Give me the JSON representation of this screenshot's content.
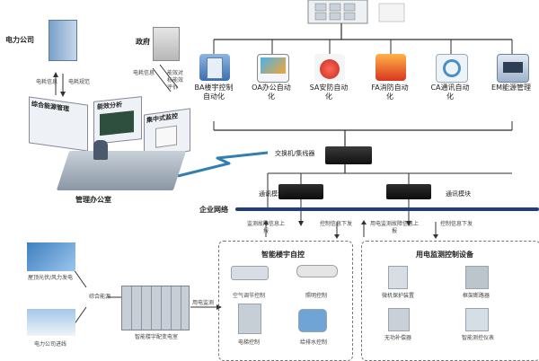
{
  "top": {
    "systems": [
      {
        "label": "BA楼宇控制自动化",
        "icon": "ba-building-icon",
        "color": "#3a6fb0"
      },
      {
        "label": "OA办公自动化",
        "icon": "oa-monitor-icon",
        "color": "#2f9fd6"
      },
      {
        "label": "SA安防自动化",
        "icon": "sa-security-icon",
        "color": "#d23a2a"
      },
      {
        "label": "FA消防自动化",
        "icon": "fa-fire-icon",
        "color": "#e14a22"
      },
      {
        "label": "CA通讯自动化",
        "icon": "ca-communication-icon",
        "color": "#4a90c8"
      },
      {
        "label": "EM能源管理",
        "icon": "em-energy-icon",
        "color": "#3d6fa8"
      }
    ],
    "switch_label": "交换机/集线器"
  },
  "left": {
    "power_company": "电力公司",
    "government": "政府",
    "power_tags_left": "电耗信息",
    "power_tags_right": "电耗规范",
    "gov_tags_left": "电耗信息",
    "gov_tags_right": "能效对标能效评价",
    "mgmt_boxes": [
      "综合能源管理",
      "能效分析",
      "集中式监控"
    ],
    "office": "管理办公室"
  },
  "network": {
    "backbone": "企业网络",
    "comm_module_1": "通讯模块",
    "comm_module_2": "通讯模块",
    "left_up": "监测故障信息上报",
    "left_down": "控制信息下发",
    "right_up": "用电监测故障信息上报",
    "right_down": "控制信息下发"
  },
  "smart": {
    "title": "智能楼宇自控",
    "items": [
      "空气调节控制",
      "照明控制",
      "电梯控制",
      "给排水控制"
    ]
  },
  "power": {
    "title": "用电监测控制设备",
    "items": [
      "微机保护装置",
      "框架断路器",
      "无功补偿器",
      "智能测控仪表"
    ]
  },
  "bottom_left": {
    "solar": "屋顶光伏/风力发电",
    "grid": "电力公司进线",
    "energy_tag": "综合能源",
    "dist_room": "智能楼宇配变电室",
    "usage_tag": "用电监测"
  },
  "colors": {
    "backbone": "#1f3f7a",
    "lightning": "#2f7fb0",
    "line": "#2c2c2c"
  }
}
